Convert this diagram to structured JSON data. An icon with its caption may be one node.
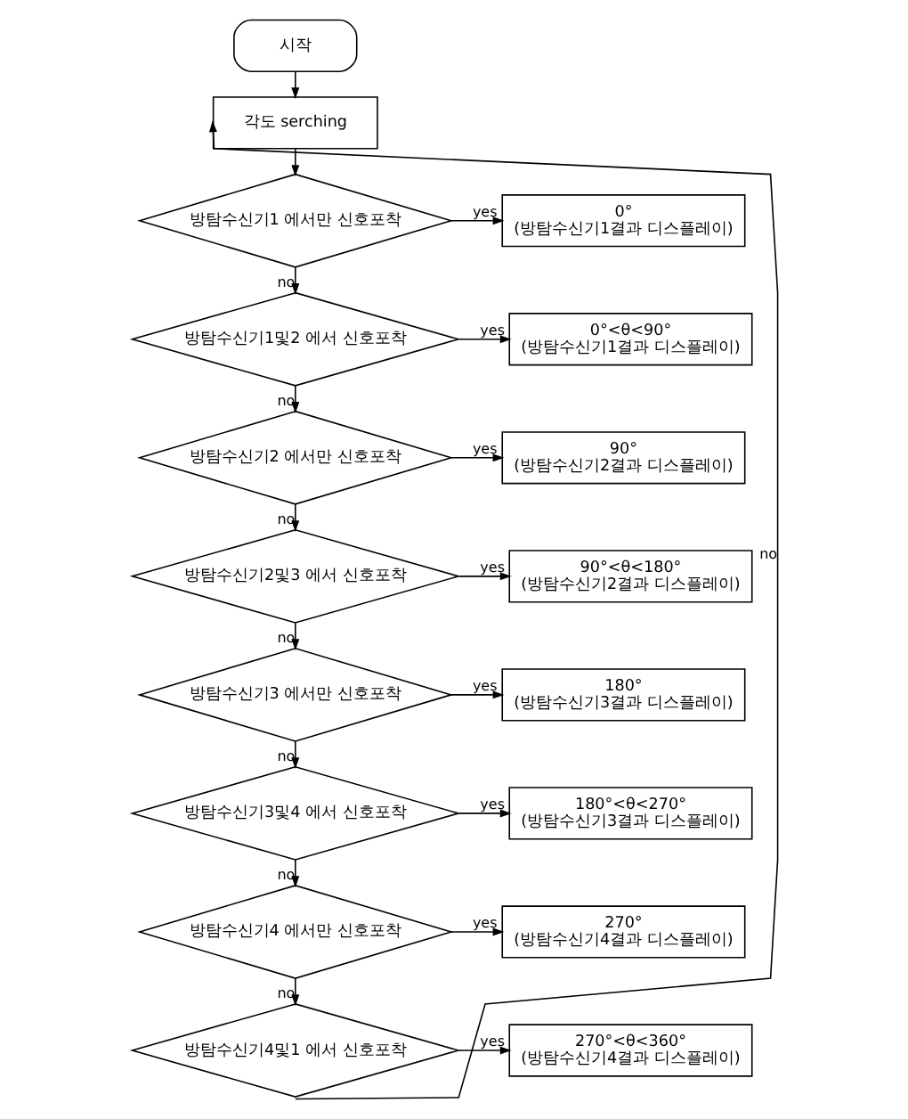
{
  "diagram": {
    "nodes": [
      {
        "text": [
          "시작"
        ]
      },
      {
        "text": [
          "각도 serching"
        ]
      },
      {
        "text": [
          "방탐수신기1 에서만 신호포착"
        ]
      },
      {
        "text": [
          "0°",
          "(방탐수신기1결과 디스플레이)"
        ]
      },
      {
        "text": [
          "방탐수신기1및2 에서 신호포착"
        ]
      },
      {
        "text": [
          "0°<θ<90°",
          "(방탐수신기1결과 디스플레이)"
        ]
      },
      {
        "text": [
          "방탐수신기2 에서만 신호포착"
        ]
      },
      {
        "text": [
          "90°",
          "(방탐수신기2결과 디스플레이)"
        ]
      },
      {
        "text": [
          "방탐수신기2및3 에서 신호포착"
        ]
      },
      {
        "text": [
          "90°<θ<180°",
          "(방탐수신기2결과 디스플레이)"
        ]
      },
      {
        "text": [
          "방탐수신기3 에서만 신호포착"
        ]
      },
      {
        "text": [
          "180°",
          "(방탐수신기3결과 디스플레이)"
        ]
      },
      {
        "text": [
          "방탐수신기3및4 에서 신호포착"
        ]
      },
      {
        "text": [
          "180°<θ<270°",
          "(방탐수신기3결과 디스플레이)"
        ]
      },
      {
        "text": [
          "방탐수신기4 에서만 신호포착"
        ]
      },
      {
        "text": [
          "270°",
          "(방탐수신기4결과 디스플레이)"
        ]
      },
      {
        "text": [
          "방탐수신기4및1 에서 신호포착"
        ]
      },
      {
        "text": [
          "270°<θ<360°",
          "(방탐수신기4결과 디스플레이)"
        ]
      }
    ],
    "edges": [
      {
        "from": 0,
        "to": 1,
        "arrow": "to"
      },
      {
        "from": 1,
        "to": 2,
        "arrow": "to"
      },
      {
        "from": 2,
        "to": 3,
        "label": "yes",
        "arrow": "to"
      },
      {
        "from": 2,
        "to": 4,
        "label": "no",
        "arrow": "to"
      },
      {
        "from": 4,
        "to": 5,
        "label": "yes",
        "arrow": "to"
      },
      {
        "from": 4,
        "to": 6,
        "label": "no",
        "arrow": "to"
      },
      {
        "from": 6,
        "to": 7,
        "label": "yes",
        "arrow": "to"
      },
      {
        "from": 6,
        "to": 8,
        "label": "no",
        "arrow": "to"
      },
      {
        "from": 8,
        "to": 9,
        "label": "yes",
        "arrow": "to"
      },
      {
        "from": 8,
        "to": 10,
        "label": "no",
        "arrow": "to"
      },
      {
        "from": 10,
        "to": 11,
        "label": "yes",
        "arrow": "to"
      },
      {
        "from": 10,
        "to": 12,
        "label": "no",
        "arrow": "to"
      },
      {
        "from": 12,
        "to": 13,
        "label": "yes",
        "arrow": "to"
      },
      {
        "from": 12,
        "to": 14,
        "label": "no",
        "arrow": "to"
      },
      {
        "from": 14,
        "to": 15,
        "label": "yes",
        "arrow": "to"
      },
      {
        "from": 14,
        "to": 16,
        "label": "no",
        "arrow": "to"
      },
      {
        "from": 16,
        "to": 17,
        "label": "yes",
        "arrow": "to"
      },
      {
        "from": 16,
        "to": 1,
        "label": "no",
        "arrow": "to"
      }
    ]
  }
}
